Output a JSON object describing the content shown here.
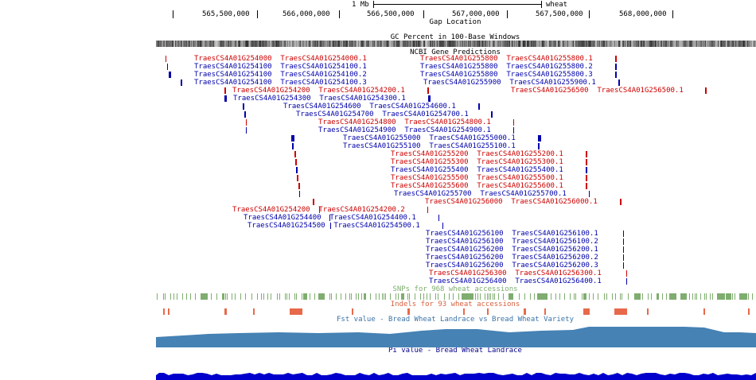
{
  "ruler": {
    "scale_label": "1 Mb",
    "genome_label": "wheat",
    "ticks": [
      "565,500,000",
      "566,000,000",
      "566,500,000",
      "567,000,000",
      "567,500,000",
      "568,000,000"
    ]
  },
  "tracks": {
    "gap": "Gap Location",
    "gc": "GC Percent in 100-Base Windows",
    "genes": "NCBI Gene Predictions",
    "snps": "SNPs for 968 wheat accessions",
    "indels": "Indels for 93 wheat accessions",
    "fst": "Fst value - Bread Wheat Landrace vs Bread Wheat Variety",
    "pi": "Pi value - Bread Wheat Landrace"
  },
  "colors": {
    "gene_red": "#cc0000",
    "gene_blue": "#0000aa",
    "snp_green": "#7fad6f",
    "indel_orange": "#e8694a",
    "fst_blue": "#4682b4",
    "pi_blue": "#0000cc"
  },
  "genes": [
    {
      "text": "TraesCS4A01G254000  TraesCS4A01G254000.1",
      "color": "red"
    },
    {
      "text": "TraesCS4A01G254100  TraesCS4A01G254100.1",
      "color": "blue"
    },
    {
      "text": "TraesCS4A01G254100  TraesCS4A01G254100.2",
      "color": "blue"
    },
    {
      "text": "TraesCS4A01G254100  TraesCS4A01G254100.3",
      "color": "blue"
    },
    {
      "text": "TraesCS4A01G255800  TraesCS4A01G255800.1",
      "color": "red"
    },
    {
      "text": "TraesCS4A01G255800  TraesCS4A01G255800.2",
      "color": "blue"
    },
    {
      "text": "TraesCS4A01G255800  TraesCS4A01G255800.3",
      "color": "blue"
    },
    {
      "text": "TraesCS4A01G255900  TraesCS4A01G255900.1",
      "color": "blue"
    },
    {
      "text": "TraesCS4A01G254200  TraesCS4A01G254200.1",
      "color": "red"
    },
    {
      "text": "TraesCS4A01G256500  TraesCS4A01G256500.1",
      "color": "red"
    },
    {
      "text": "TraesCS4A01G254300  TraesCS4A01G254300.1",
      "color": "blue"
    },
    {
      "text": "TraesCS4A01G254600  TraesCS4A01G254600.1",
      "color": "blue"
    },
    {
      "text": "TraesCS4A01G254700  TraesCS4A01G254700.1",
      "color": "blue"
    },
    {
      "text": "TraesCS4A01G254800  TraesCS4A01G254800.1",
      "color": "red"
    },
    {
      "text": "TraesCS4A01G254900  TraesCS4A01G254900.1",
      "color": "blue"
    },
    {
      "text": "TraesCS4A01G255000  TraesCS4A01G255000.1",
      "color": "blue"
    },
    {
      "text": "TraesCS4A01G255100  TraesCS4A01G255100.1",
      "color": "blue"
    },
    {
      "text": "TraesCS4A01G255200  TraesCS4A01G255200.1",
      "color": "red"
    },
    {
      "text": "TraesCS4A01G255300  TraesCS4A01G255300.1",
      "color": "red"
    },
    {
      "text": "TraesCS4A01G255400  TraesCS4A01G255400.1",
      "color": "blue"
    },
    {
      "text": "TraesCS4A01G255500  TraesCS4A01G255500.1",
      "color": "red"
    },
    {
      "text": "TraesCS4A01G255600  TraesCS4A01G255600.1",
      "color": "red"
    },
    {
      "text": "TraesCS4A01G255700  TraesCS4A01G255700.1",
      "color": "blue"
    },
    {
      "text": "TraesCS4A01G256000  TraesCS4A01G256000.1",
      "color": "red"
    },
    {
      "text": "TraesCS4A01G254200  TraesCS4A01G254200.2",
      "color": "red"
    },
    {
      "text": "TraesCS4A01G254400  TraesCS4A01G254400.1",
      "color": "blue"
    },
    {
      "text": "TraesCS4A01G254500  TraesCS4A01G254500.1",
      "color": "blue"
    },
    {
      "text": "TraesCS4A01G256100  TraesCS4A01G256100.1",
      "color": "blue"
    },
    {
      "text": "TraesCS4A01G256100  TraesCS4A01G256100.2",
      "color": "blue"
    },
    {
      "text": "TraesCS4A01G256200  TraesCS4A01G256200.1",
      "color": "blue"
    },
    {
      "text": "TraesCS4A01G256200  TraesCS4A01G256200.2",
      "color": "blue"
    },
    {
      "text": "TraesCS4A01G256200  TraesCS4A01G256200.3",
      "color": "blue"
    },
    {
      "text": "TraesCS4A01G256300  TraesCS4A01G256300.1",
      "color": "red"
    },
    {
      "text": "TraesCS4A01G256400  TraesCS4A01G256400.1",
      "color": "blue"
    }
  ]
}
